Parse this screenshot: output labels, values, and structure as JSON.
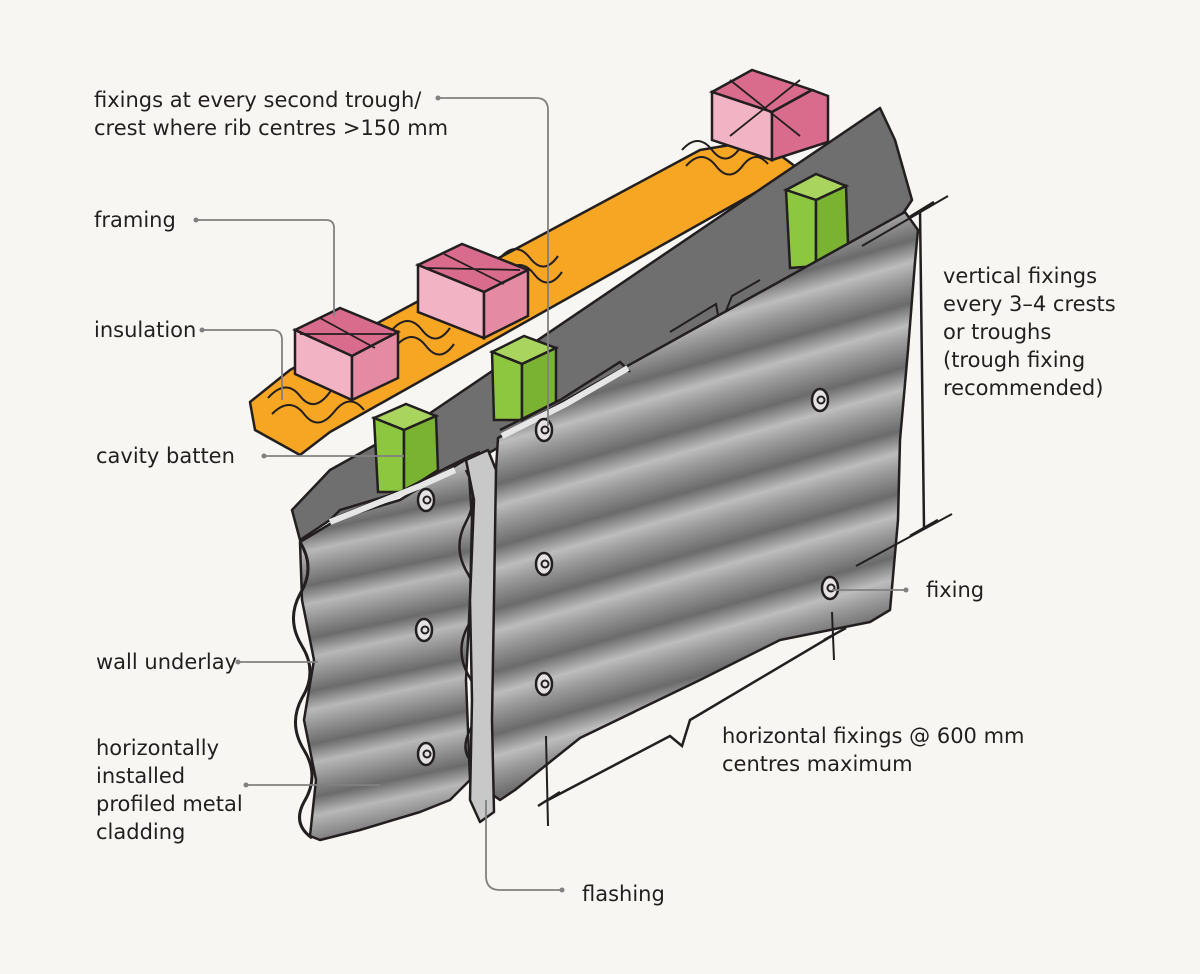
{
  "colors": {
    "background": "#f7f6f2",
    "cladding": "#8c8c8c",
    "cladding_dark": "#5a5a5a",
    "underlay": "#6f6f6f",
    "insulation": "#f6a623",
    "framing": "#d96b8c",
    "framing_light": "#f2b4c4",
    "batten": "#8dc63f",
    "flashing": "#c8c8c8",
    "ink": "#231f20",
    "leader": "#808080"
  },
  "labels": {
    "fixings_trough": [
      "fixings at every second trough/",
      "crest where rib centres >150 mm"
    ],
    "framing": [
      "framing"
    ],
    "insulation": [
      "insulation"
    ],
    "cavity_batten": [
      "cavity batten"
    ],
    "wall_underlay": [
      "wall underlay"
    ],
    "cladding": [
      "horizontally",
      "installed",
      "profiled metal",
      "cladding"
    ],
    "vertical_fixings": [
      "vertical fixings",
      "every 3–4 crests",
      "or troughs",
      "(trough fixing",
      "recommended)"
    ],
    "fixing": [
      "fixing"
    ],
    "horizontal_fixings": [
      "horizontal fixings @ 600 mm",
      "centres maximum"
    ],
    "flashing": [
      "flashing"
    ]
  }
}
